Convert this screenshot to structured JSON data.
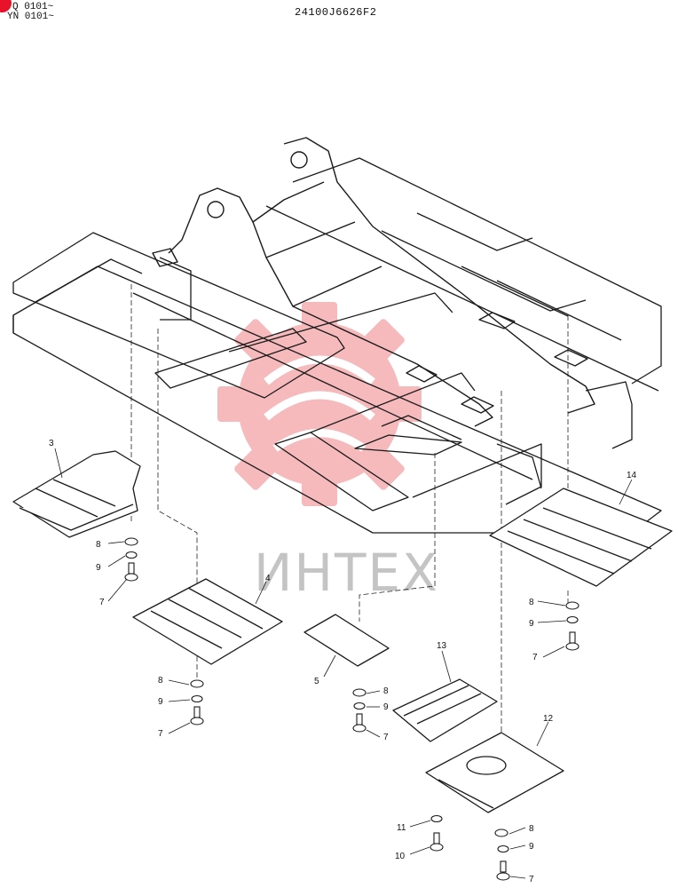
{
  "header": {
    "serial_1": "Q 0101~",
    "serial_2": "YN 0101~",
    "drawing_number": "24100J6626F2"
  },
  "watermark": {
    "text": "ИНТЕХ",
    "color": "#f3a3a6"
  },
  "callouts": [
    {
      "id": "c3",
      "label": "3"
    },
    {
      "id": "c8a",
      "label": "8"
    },
    {
      "id": "c9a",
      "label": "9"
    },
    {
      "id": "c7a",
      "label": "7"
    },
    {
      "id": "c4",
      "label": "4"
    },
    {
      "id": "c8b",
      "label": "8"
    },
    {
      "id": "c9b",
      "label": "9"
    },
    {
      "id": "c7b",
      "label": "7"
    },
    {
      "id": "c5",
      "label": "5"
    },
    {
      "id": "c8c",
      "label": "8"
    },
    {
      "id": "c9c",
      "label": "9"
    },
    {
      "id": "c7c",
      "label": "7"
    },
    {
      "id": "c13",
      "label": "13"
    },
    {
      "id": "c14",
      "label": "14"
    },
    {
      "id": "c8d",
      "label": "8"
    },
    {
      "id": "c9d",
      "label": "9"
    },
    {
      "id": "c7d",
      "label": "7"
    },
    {
      "id": "c12",
      "label": "12"
    },
    {
      "id": "c11",
      "label": "11"
    },
    {
      "id": "c10",
      "label": "10"
    },
    {
      "id": "c8e",
      "label": "8"
    },
    {
      "id": "c9e",
      "label": "9"
    },
    {
      "id": "c7e",
      "label": "7"
    }
  ]
}
